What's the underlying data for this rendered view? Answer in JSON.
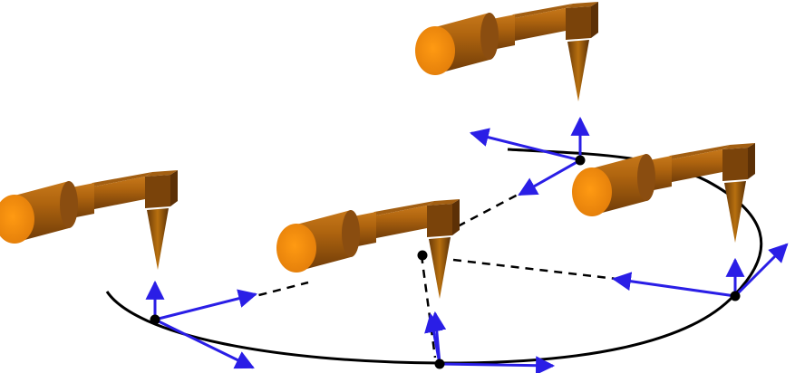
{
  "diagram": {
    "description_free": true,
    "colors": {
      "background": "#ffffff",
      "curve": "#000000",
      "arrow": "#2a1ee6",
      "dash": "#000000",
      "tool_body_light": "#f28c0f",
      "tool_body_dark": "#8a4d10",
      "tool_face": "#f7920f"
    },
    "elements": {
      "tools": [
        "tool-left",
        "tool-center",
        "tool-top-right",
        "tool-right"
      ],
      "path_points": [
        "point-left",
        "point-bottom",
        "point-right",
        "point-top",
        "point-center"
      ]
    }
  }
}
